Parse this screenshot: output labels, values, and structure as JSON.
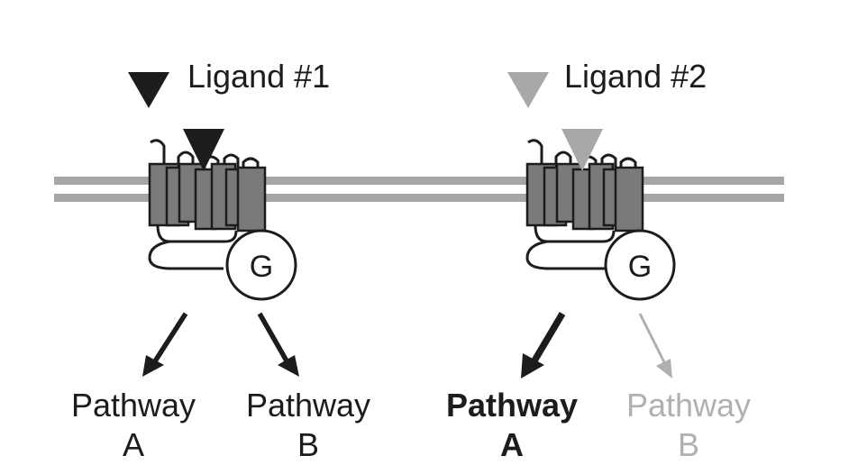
{
  "receptors": [
    {
      "ligand_label": "Ligand #1",
      "ligand_color": "#1c1c1c",
      "g_protein_label": "G",
      "pathways": [
        {
          "word": "Pathway",
          "letter": "A",
          "color": "#1c1c1c",
          "bold": false
        },
        {
          "word": "Pathway",
          "letter": "B",
          "color": "#1c1c1c",
          "bold": false
        }
      ]
    },
    {
      "ligand_label": "Ligand #2",
      "ligand_color": "#a8a8a8",
      "g_protein_label": "G",
      "pathways": [
        {
          "word": "Pathway",
          "letter": "A",
          "color": "#1c1c1c",
          "bold": true
        },
        {
          "word": "Pathway",
          "letter": "B",
          "color": "#b0b0b0",
          "bold": false
        }
      ]
    }
  ],
  "colors": {
    "membrane": "#a6a6a6",
    "helix_fill": "#7a7a7a",
    "outline": "#1c1c1c",
    "text": "#1c1c1c"
  }
}
